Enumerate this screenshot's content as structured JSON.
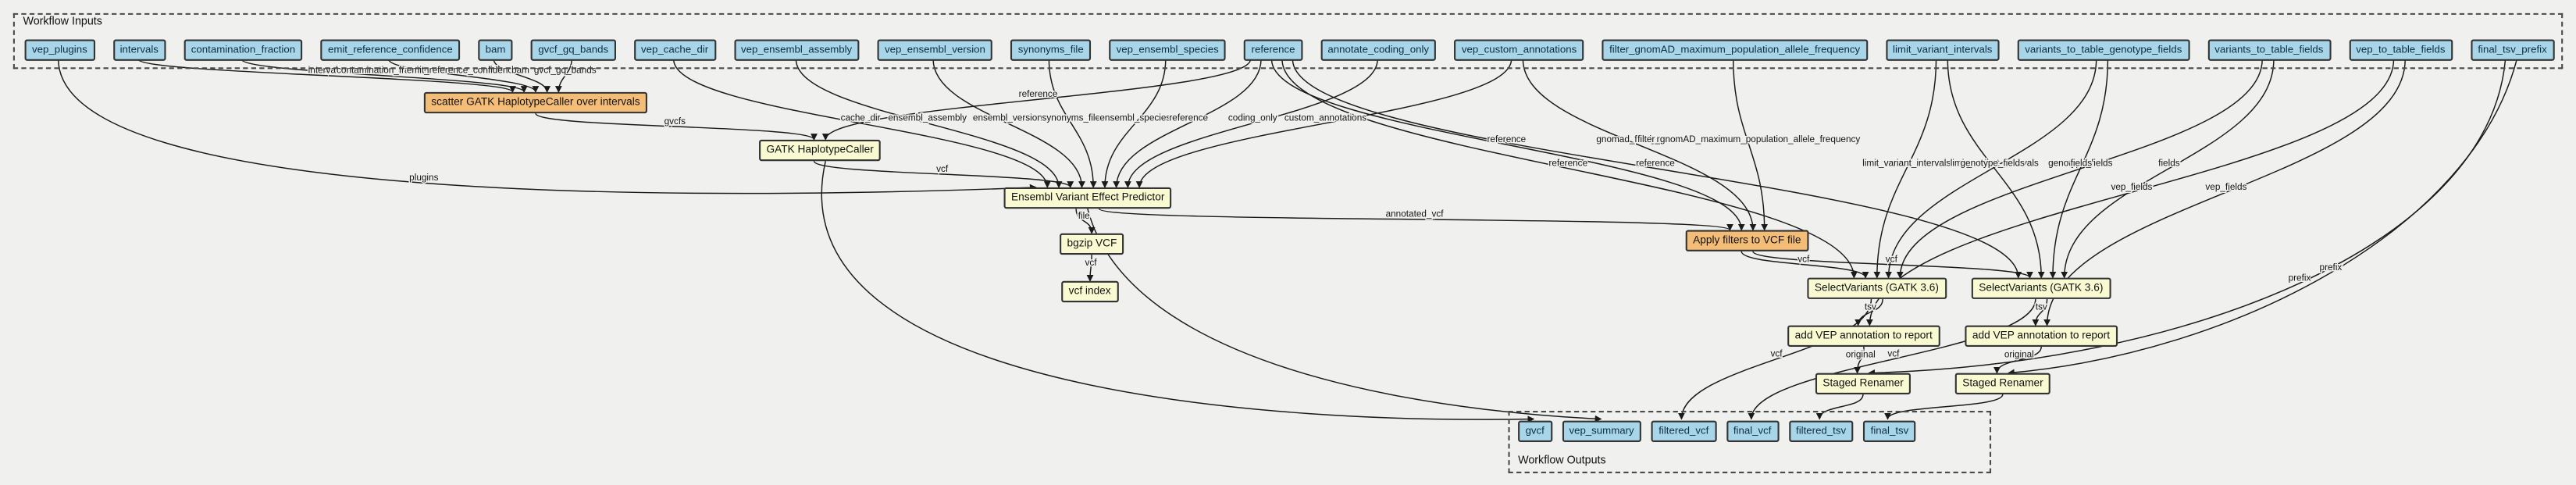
{
  "diagram": {
    "groups": {
      "inputs": {
        "label": "Workflow Inputs"
      },
      "outputs": {
        "label": "Workflow Outputs"
      }
    },
    "colors": {
      "background": "#f0f0ee",
      "io_fill": "#a8d6e8",
      "task_fill": "#fafad2",
      "accent_fill": "#f4bd77",
      "edge": "#1a1a1a"
    },
    "nodes": [
      {
        "id": "vep_plugins",
        "label": "vep_plugins",
        "kind": "input"
      },
      {
        "id": "intervals",
        "label": "intervals",
        "kind": "input"
      },
      {
        "id": "contamination_fraction",
        "label": "contamination_fraction",
        "kind": "input"
      },
      {
        "id": "emit_reference_confidence",
        "label": "emit_reference_confidence",
        "kind": "input"
      },
      {
        "id": "bam",
        "label": "bam",
        "kind": "input"
      },
      {
        "id": "gvcf_gq_bands",
        "label": "gvcf_gq_bands",
        "kind": "input"
      },
      {
        "id": "vep_cache_dir",
        "label": "vep_cache_dir",
        "kind": "input"
      },
      {
        "id": "vep_ensembl_assembly",
        "label": "vep_ensembl_assembly",
        "kind": "input"
      },
      {
        "id": "vep_ensembl_version",
        "label": "vep_ensembl_version",
        "kind": "input"
      },
      {
        "id": "synonyms_file",
        "label": "synonyms_file",
        "kind": "input"
      },
      {
        "id": "vep_ensembl_species",
        "label": "vep_ensembl_species",
        "kind": "input"
      },
      {
        "id": "reference",
        "label": "reference",
        "kind": "input"
      },
      {
        "id": "annotate_coding_only",
        "label": "annotate_coding_only",
        "kind": "input"
      },
      {
        "id": "vep_custom_annotations",
        "label": "vep_custom_annotations",
        "kind": "input"
      },
      {
        "id": "filter_gnomAD_maximum_population_allele_frequency",
        "label": "filter_gnomAD_maximum_population_allele_frequency",
        "kind": "input"
      },
      {
        "id": "limit_variant_intervals",
        "label": "limit_variant_intervals",
        "kind": "input"
      },
      {
        "id": "variants_to_table_genotype_fields",
        "label": "variants_to_table_genotype_fields",
        "kind": "input"
      },
      {
        "id": "variants_to_table_fields",
        "label": "variants_to_table_fields",
        "kind": "input"
      },
      {
        "id": "vep_to_table_fields",
        "label": "vep_to_table_fields",
        "kind": "input"
      },
      {
        "id": "final_tsv_prefix",
        "label": "final_tsv_prefix",
        "kind": "input"
      },
      {
        "id": "scatter_hc",
        "label": "scatter GATK HaplotypeCaller over intervals",
        "kind": "task",
        "accent": true
      },
      {
        "id": "gatk_hc",
        "label": "GATK HaplotypeCaller",
        "kind": "task"
      },
      {
        "id": "vep",
        "label": "Ensembl Variant Effect Predictor",
        "kind": "task"
      },
      {
        "id": "bgzip",
        "label": "bgzip VCF",
        "kind": "task"
      },
      {
        "id": "vcf_index",
        "label": "vcf index",
        "kind": "task"
      },
      {
        "id": "apply_filters",
        "label": "Apply filters to VCF file",
        "kind": "task",
        "accent": true
      },
      {
        "id": "select_1",
        "label": "SelectVariants (GATK 3.6)",
        "kind": "task"
      },
      {
        "id": "select_2",
        "label": "SelectVariants (GATK 3.6)",
        "kind": "task"
      },
      {
        "id": "addvep_1",
        "label": "add VEP annotation to report",
        "kind": "task"
      },
      {
        "id": "addvep_2",
        "label": "add VEP annotation to report",
        "kind": "task"
      },
      {
        "id": "renamer_1",
        "label": "Staged Renamer",
        "kind": "task"
      },
      {
        "id": "renamer_2",
        "label": "Staged Renamer",
        "kind": "task"
      },
      {
        "id": "gvcf",
        "label": "gvcf",
        "kind": "output"
      },
      {
        "id": "vep_summary",
        "label": "vep_summary",
        "kind": "output"
      },
      {
        "id": "filtered_vcf",
        "label": "filtered_vcf",
        "kind": "output"
      },
      {
        "id": "final_vcf",
        "label": "final_vcf",
        "kind": "output"
      },
      {
        "id": "filtered_tsv",
        "label": "filtered_tsv",
        "kind": "output"
      },
      {
        "id": "final_tsv",
        "label": "final_tsv",
        "kind": "output"
      }
    ],
    "edges": [
      {
        "from": "intervals",
        "to": "scatter_hc",
        "label": "intervals"
      },
      {
        "from": "contamination_fraction",
        "to": "scatter_hc",
        "label": "contamination_fraction"
      },
      {
        "from": "emit_reference_confidence",
        "to": "scatter_hc",
        "label": "emit_reference_confidence"
      },
      {
        "from": "bam",
        "to": "scatter_hc",
        "label": "bam"
      },
      {
        "from": "gvcf_gq_bands",
        "to": "scatter_hc",
        "label": "gvcf_gq_bands"
      },
      {
        "from": "vep_plugins",
        "to": "vep",
        "label": "plugins"
      },
      {
        "from": "scatter_hc",
        "to": "gatk_hc",
        "label": "gvcfs"
      },
      {
        "from": "reference",
        "to": "gatk_hc",
        "label": "reference"
      },
      {
        "from": "gatk_hc",
        "to": "vep",
        "label": "vcf"
      },
      {
        "from": "vep_cache_dir",
        "to": "vep",
        "label": "cache_dir"
      },
      {
        "from": "vep_ensembl_assembly",
        "to": "vep",
        "label": "ensembl_assembly"
      },
      {
        "from": "vep_ensembl_version",
        "to": "vep",
        "label": "ensembl_version"
      },
      {
        "from": "synonyms_file",
        "to": "vep",
        "label": "synonyms_file"
      },
      {
        "from": "vep_ensembl_species",
        "to": "vep",
        "label": "ensembl_species"
      },
      {
        "from": "reference",
        "to": "vep",
        "label": "reference"
      },
      {
        "from": "annotate_coding_only",
        "to": "vep",
        "label": "coding_only"
      },
      {
        "from": "vep_custom_annotations",
        "to": "vep",
        "label": "custom_annotations"
      },
      {
        "from": "vep",
        "to": "bgzip",
        "label": "file"
      },
      {
        "from": "bgzip",
        "to": "vcf_index",
        "label": "vcf"
      },
      {
        "from": "vep",
        "to": "apply_filters",
        "label": "annotated_vcf"
      },
      {
        "from": "reference",
        "to": "apply_filters",
        "label": "reference"
      },
      {
        "from": "vep_custom_annotations",
        "to": "apply_filters",
        "label": "gnomad_field_name"
      },
      {
        "from": "filter_gnomAD_maximum_population_allele_frequency",
        "to": "apply_filters",
        "label": "filter_gnomAD_maximum_population_allele_frequency"
      },
      {
        "from": "apply_filters",
        "to": "select_1",
        "label": "vcf"
      },
      {
        "from": "apply_filters",
        "to": "select_2",
        "label": "vcf"
      },
      {
        "from": "reference",
        "to": "select_1",
        "label": "reference"
      },
      {
        "from": "reference",
        "to": "select_2",
        "label": "reference"
      },
      {
        "from": "limit_variant_intervals",
        "to": "select_1",
        "label": "limit_variant_intervals"
      },
      {
        "from": "limit_variant_intervals",
        "to": "select_2",
        "label": "limit_variant_intervals"
      },
      {
        "from": "variants_to_table_genotype_fields",
        "to": "select_1",
        "label": "genotype_fields"
      },
      {
        "from": "variants_to_table_genotype_fields",
        "to": "select_2",
        "label": "genotype_fields"
      },
      {
        "from": "variants_to_table_fields",
        "to": "select_1",
        "label": "fields"
      },
      {
        "from": "variants_to_table_fields",
        "to": "select_2",
        "label": "fields"
      },
      {
        "from": "select_1",
        "to": "addvep_1",
        "label": "tsv"
      },
      {
        "from": "select_2",
        "to": "addvep_2",
        "label": "tsv"
      },
      {
        "from": "vep_to_table_fields",
        "to": "addvep_1",
        "label": "vep_fields"
      },
      {
        "from": "vep_to_table_fields",
        "to": "addvep_2",
        "label": "vep_fields"
      },
      {
        "from": "addvep_1",
        "to": "renamer_1",
        "label": "original"
      },
      {
        "from": "addvep_2",
        "to": "renamer_2",
        "label": "original"
      },
      {
        "from": "final_tsv_prefix",
        "to": "renamer_1",
        "label": "prefix"
      },
      {
        "from": "final_tsv_prefix",
        "to": "renamer_2",
        "label": "prefix"
      },
      {
        "from": "gatk_hc",
        "to": "gvcf",
        "label": ""
      },
      {
        "from": "vep",
        "to": "vep_summary",
        "label": ""
      },
      {
        "from": "select_1",
        "to": "filtered_vcf",
        "label": "vcf"
      },
      {
        "from": "select_2",
        "to": "final_vcf",
        "label": "vcf"
      },
      {
        "from": "renamer_1",
        "to": "filtered_tsv",
        "label": ""
      },
      {
        "from": "renamer_2",
        "to": "final_tsv",
        "label": ""
      }
    ]
  }
}
